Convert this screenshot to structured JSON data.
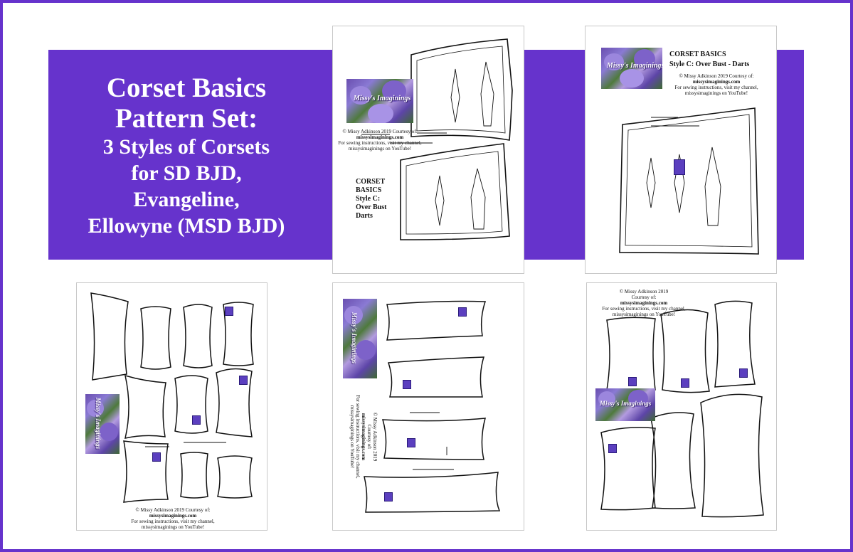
{
  "colors": {
    "border": "#6633cc",
    "band": "#6633cc",
    "title_text": "#ffffff"
  },
  "title": {
    "line1": "Corset Basics",
    "line2": "Pattern Set:",
    "line3": "3 Styles of Corsets",
    "line4": "for SD BJD,",
    "line5": "Evangeline,",
    "line6": "Ellowyne (MSD BJD)"
  },
  "sheets": {
    "top_middle": {
      "logo": "Missy's Imaginings",
      "credit1": "© Missy Adkinson 2019   Courtesy of:",
      "credit2": "missysimaginings.com",
      "credit3": "For sewing instructions, visit my channel,",
      "credit4": "missysimaginings on YouTube!",
      "heading": [
        "CORSET",
        "BASICS",
        "Style C:",
        "Over Bust",
        "Darts"
      ]
    },
    "top_right": {
      "logo": "Missy's Imaginings",
      "heading1": "CORSET BASICS",
      "heading2": "Style C: Over Bust - Darts",
      "credit1": "© Missy Adkinson 2019   Courtesy of:",
      "credit2": "missysimaginings.com",
      "credit3": "For sewing instructions, visit my channel,",
      "credit4": "missysimaginings on YouTube!"
    },
    "bottom_left": {
      "logo": "Missy's Imaginings",
      "credit1": "© Missy Adkinson 2019   Courtesy of:",
      "credit2": "missysimaginings.com",
      "credit3": "For sewing instructions, visit my channel,",
      "credit4": "missysimaginings on YouTube!"
    },
    "bottom_middle": {
      "logo": "Missy's Imaginings",
      "credit1": "© Missy Adkinson 2019",
      "credit2": "Courtesy of:",
      "credit3": "missysimaginings.com",
      "credit4": "For sewing instructions, visit my channel,",
      "credit5": "missysimaginings on YouTube!"
    },
    "bottom_right": {
      "logo": "Missy's Imaginings",
      "credit1": "© Missy Adkinson 2019",
      "credit2": "Courtesy of:",
      "credit3": "missysimaginings.com",
      "credit4": "For sewing instructions, visit my channel,",
      "credit5": "missysimaginings on YouTube!"
    }
  }
}
